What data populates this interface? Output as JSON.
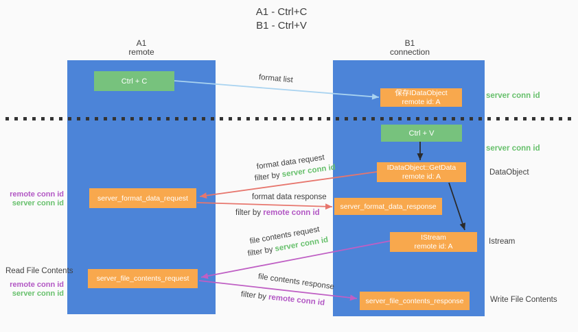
{
  "title": {
    "line1": "A1 - Ctrl+C",
    "line2": "B1 - Ctrl+V"
  },
  "columns": {
    "a": {
      "id": "A1",
      "role": "remote"
    },
    "b": {
      "id": "B1",
      "role": "connection"
    }
  },
  "nodes": {
    "ctrl_c": "Ctrl + C",
    "save_dataobject": {
      "line1": "保存IDataObject",
      "line2": "remote id: A"
    },
    "ctrl_v": "Ctrl + V",
    "getdata": {
      "line1": "IDataObject::GetData",
      "line2": "remote id: A"
    },
    "format_request": "server_format_data_request",
    "format_response": "server_format_data_response",
    "istream": {
      "line1": "IStream",
      "line2": "remote id: A"
    },
    "file_request": "server_file_contents_request",
    "file_response": "server_file_contents_response"
  },
  "arrow_labels": {
    "format_list": "format list",
    "format_data_request": "format data request",
    "format_data_response": "format data response",
    "file_contents_request": "file contents request",
    "file_contents_response": "file contents response",
    "filter_by": "filter by ",
    "server_conn_id": "server conn id",
    "remote_conn_id": "remote conn id"
  },
  "side_labels": {
    "server_conn_id_top": "server conn id",
    "server_conn_id_mid": "server conn id",
    "dataobject": "DataObject",
    "istream": "Istream",
    "write_file_contents": "Write File Contents",
    "read_file_contents": "Read File Contents",
    "left_remote_conn_id": "remote conn id",
    "left_server_conn_id": "server conn id",
    "left2_remote_conn_id": "remote conn id",
    "left2_server_conn_id": "server conn id"
  },
  "colors": {
    "column_blue": "#4c84d8",
    "box_green": "#77c27d",
    "box_orange": "#f8a84d",
    "arrow_light_blue": "#a9d3f0",
    "arrow_red": "#e7766d",
    "arrow_purple": "#bf5fc4",
    "arrow_black": "#2a2a2a",
    "text_dark": "#3f3f3f",
    "text_green": "#67c06c",
    "text_purple": "#b257c4"
  }
}
